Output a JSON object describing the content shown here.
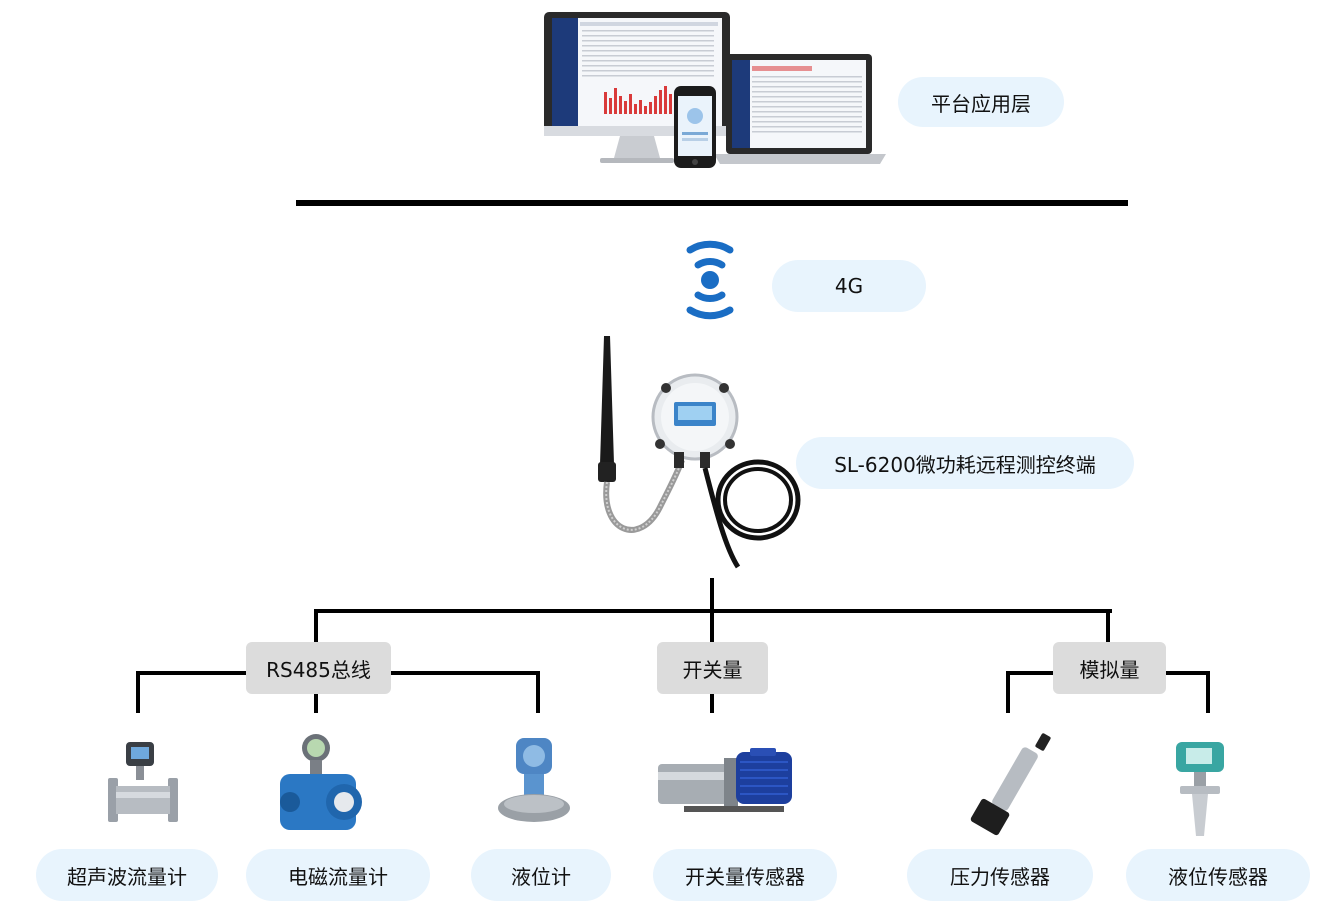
{
  "layers": {
    "platform": "平台应用层",
    "network": "4G",
    "terminal": "SL-6200微功耗远程测控终端"
  },
  "interfaces": {
    "rs485": "RS485总线",
    "switch": "开关量",
    "analog": "模拟量"
  },
  "devices": [
    {
      "label": "超声波流量计"
    },
    {
      "label": "电磁流量计"
    },
    {
      "label": "液位计"
    },
    {
      "label": "开关量传感器"
    },
    {
      "label": "压力传感器"
    },
    {
      "label": "液位传感器"
    }
  ],
  "colors": {
    "pill_bg": "#e8f4fd",
    "box_bg": "#dcdcdc",
    "wifi_blue": "#1a6dc4",
    "chart_red": "#d93a3a",
    "sidebar_navy": "#1d3a7a"
  },
  "icons": [
    "monitor-icon",
    "laptop-icon",
    "phone-icon",
    "wifi-signal-icon",
    "terminal-device-icon",
    "ultrasonic-flowmeter-icon",
    "electromagnetic-flowmeter-icon",
    "level-meter-icon",
    "switch-sensor-icon",
    "pressure-sensor-icon",
    "level-sensor-icon"
  ]
}
